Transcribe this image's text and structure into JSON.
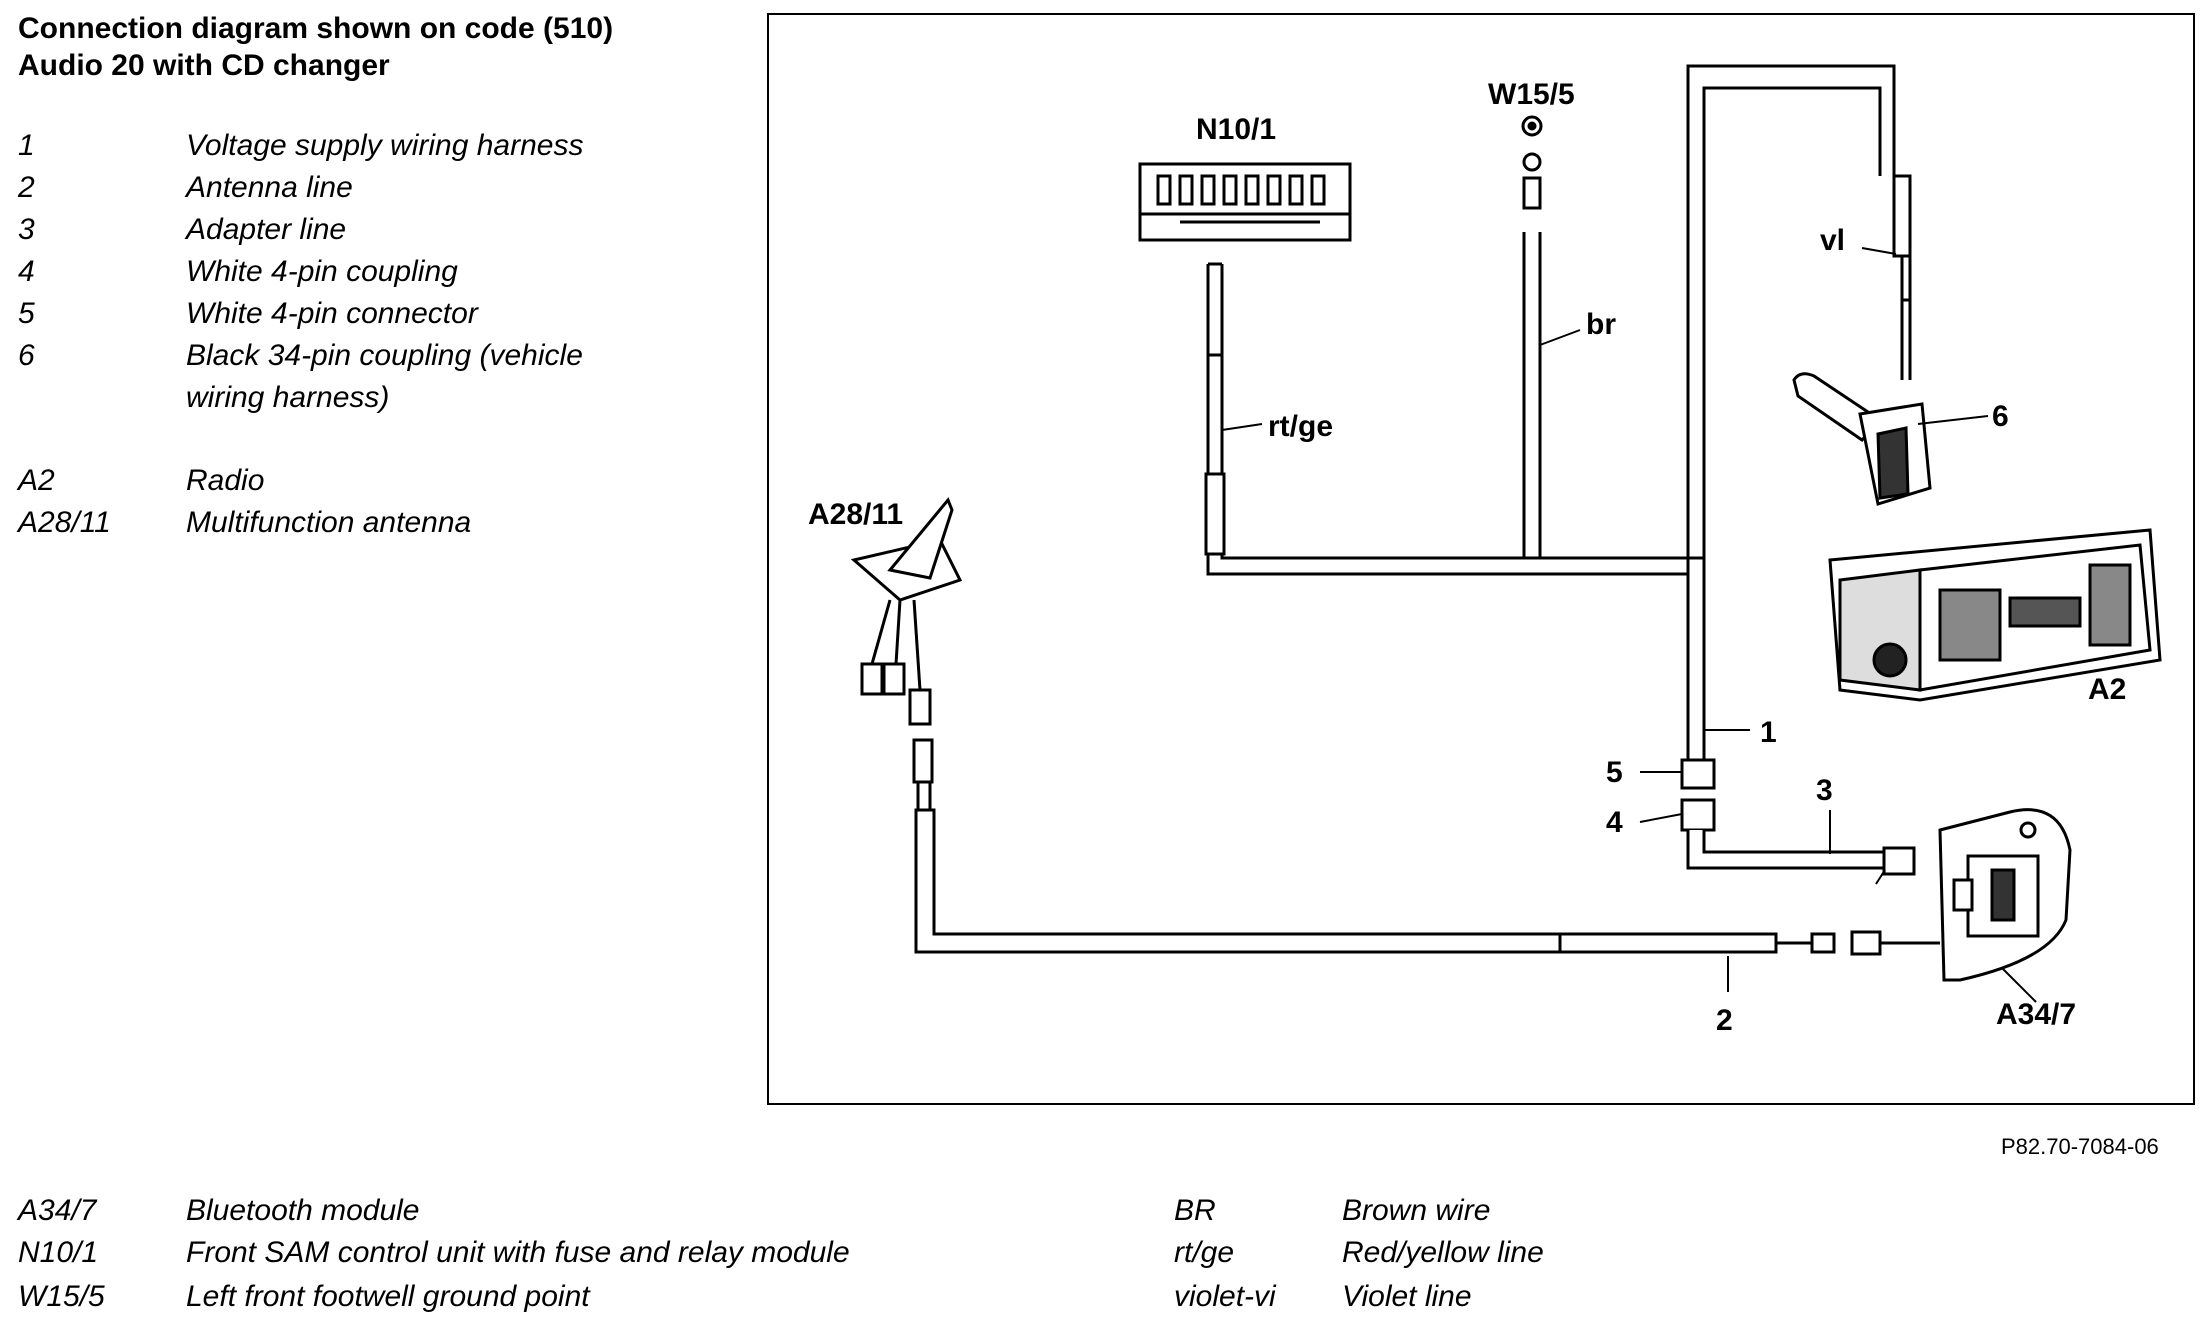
{
  "title": {
    "line1": "Connection diagram shown on code (510)",
    "line2": "Audio 20 with CD changer"
  },
  "legend_top": [
    {
      "key": "1",
      "value": "Voltage supply wiring harness"
    },
    {
      "key": "2",
      "value": "Antenna line"
    },
    {
      "key": "3",
      "value": "Adapter line"
    },
    {
      "key": "4",
      "value": "White 4-pin coupling"
    },
    {
      "key": "5",
      "value": "White 4-pin connector"
    },
    {
      "key": "6",
      "value": "Black 34-pin coupling (vehicle",
      "value2": "wiring harness)"
    },
    {
      "key": "A2",
      "value": "Radio"
    },
    {
      "key": "A28/11",
      "value": "Multifunction antenna"
    }
  ],
  "legend_bottom_left": [
    {
      "key": "A34/7",
      "value": "Bluetooth module"
    },
    {
      "key": "N10/1",
      "value": "Front SAM control unit with fuse and relay module"
    },
    {
      "key": "W15/5",
      "value": "Left front footwell ground point"
    }
  ],
  "legend_bottom_right": [
    {
      "key": "BR",
      "value": "Brown wire"
    },
    {
      "key": "rt/ge",
      "value": "Red/yellow line"
    },
    {
      "key": "violet-vi",
      "value": "Violet line"
    }
  ],
  "diagram_labels": {
    "n10_1": "N10/1",
    "w15_5": "W15/5",
    "a28_11": "A28/11",
    "a2": "A2",
    "a34_7": "A34/7",
    "vl": "vl",
    "br": "br",
    "rtge": "rt/ge",
    "n1": "1",
    "n2": "2",
    "n3": "3",
    "n4": "4",
    "n5": "5",
    "n6": "6"
  },
  "reference_code": "P82.70-7084-06"
}
